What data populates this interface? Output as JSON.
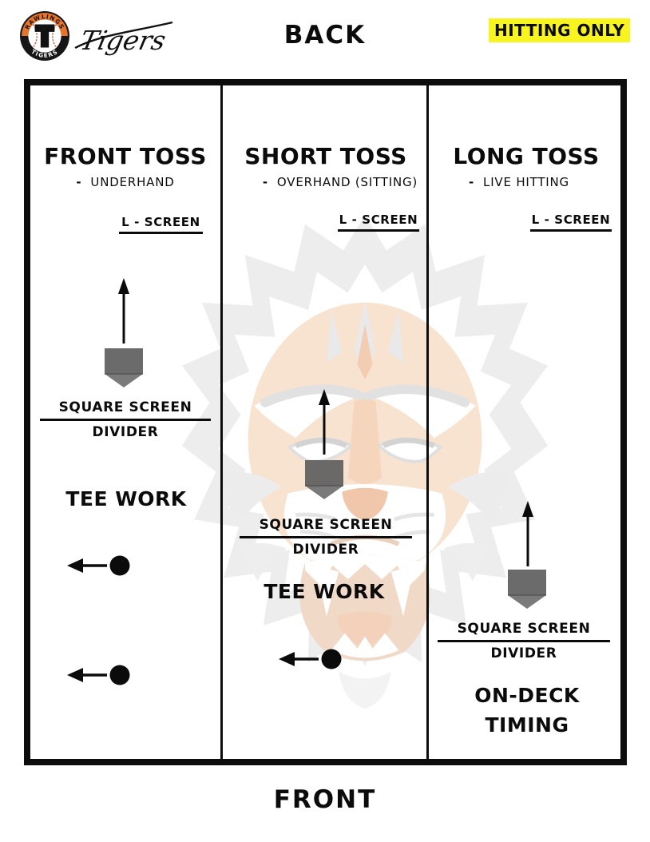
{
  "page": {
    "back_label": "BACK",
    "front_label": "FRONT",
    "hitting_only_label": "HITTING ONLY"
  },
  "logo": {
    "arc_top": "RAWLINGS",
    "arc_bottom": "TIGERS",
    "monogram": "T",
    "signature": "Tigers"
  },
  "colors": {
    "accent_orange": "#e8732a",
    "highlight_yellow": "#f7f420",
    "plate_gray": "#5f5f5f"
  },
  "lanes": [
    {
      "title": "FRONT TOSS",
      "subtitle_dash": "-",
      "subtitle": "UNDERHAND",
      "screen_label": "L - SCREEN",
      "screen_name": "SQUARE SCREEN",
      "screen_type": "DIVIDER",
      "activity": "TEE WORK"
    },
    {
      "title": "SHORT TOSS",
      "subtitle_dash": "-",
      "subtitle": "OVERHAND (SITTING)",
      "screen_label": "L - SCREEN",
      "screen_name": "SQUARE SCREEN",
      "screen_type": "DIVIDER",
      "activity": "TEE WORK"
    },
    {
      "title": "LONG TOSS",
      "subtitle_dash": "-",
      "subtitle": "LIVE HITTING",
      "screen_label": "L - SCREEN",
      "screen_name": "SQUARE SCREEN",
      "screen_type": "DIVIDER",
      "activity_line1": "ON-DECK",
      "activity_line2": "TIMING"
    }
  ]
}
